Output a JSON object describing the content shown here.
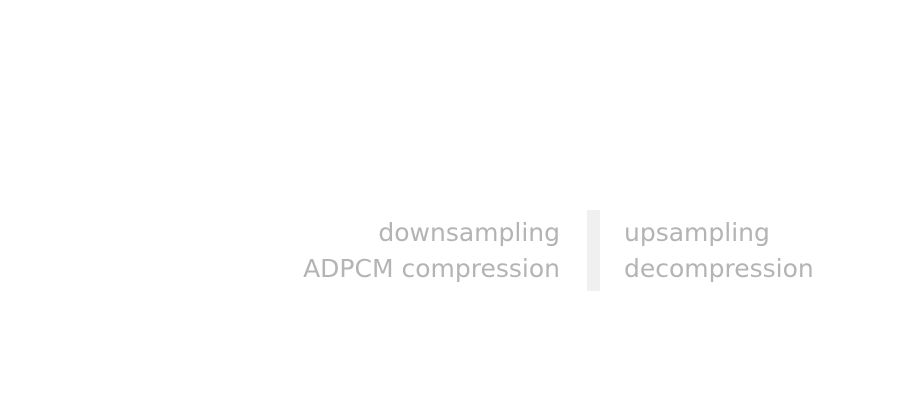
{
  "left_block": {
    "line1": "downsampling",
    "line2": "ADPCM compression"
  },
  "right_block": {
    "line1": "upsampling",
    "line2": "decompression"
  },
  "colors": {
    "text": "#b4b4b4",
    "divider": "#f0f0f0",
    "background": "#ffffff"
  }
}
